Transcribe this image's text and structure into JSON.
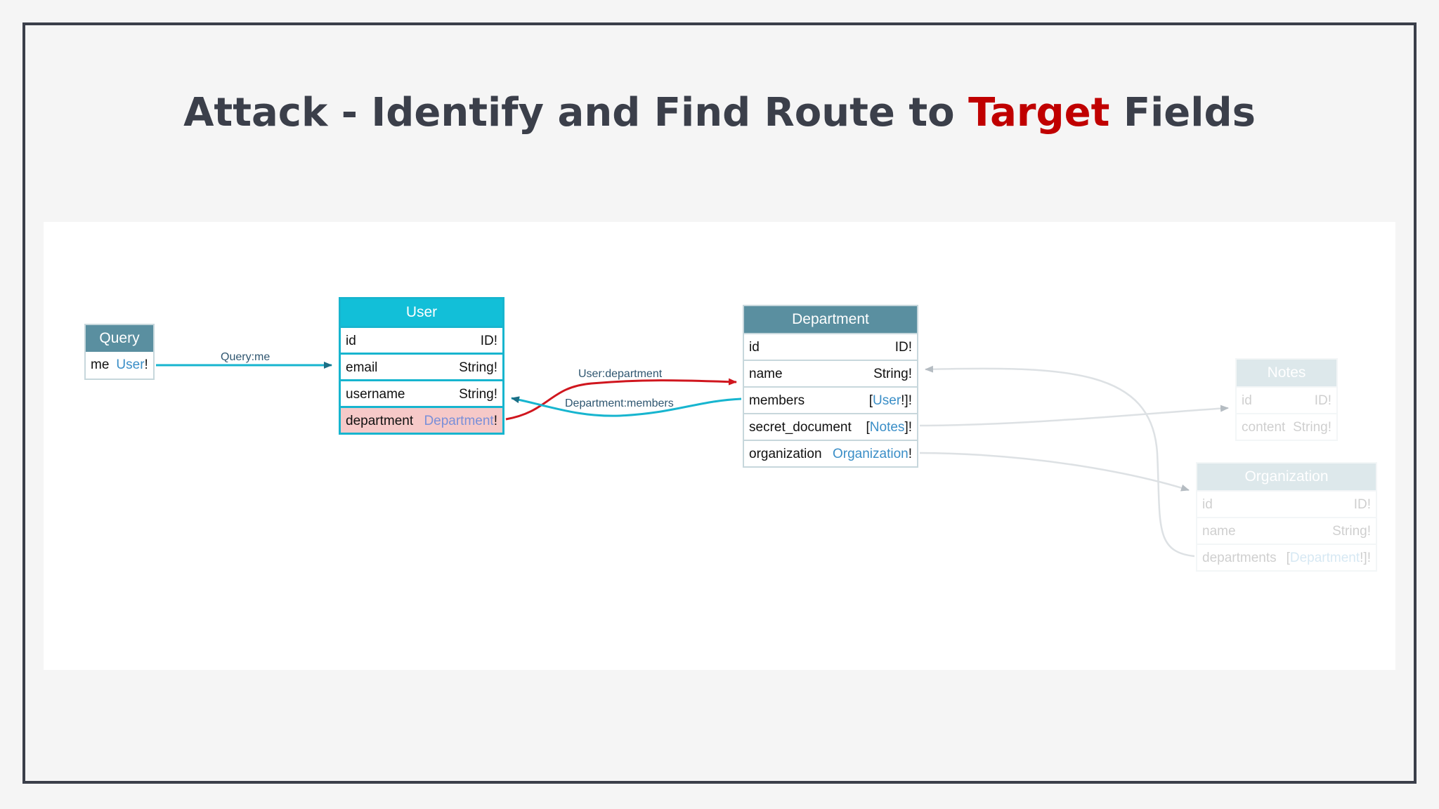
{
  "title": {
    "before": "Attack - Identify and Find Route to ",
    "highlight": "Target",
    "after": " Fields"
  },
  "colors": {
    "highlight": "#c00000",
    "user_accent": "#12bfd8",
    "attack_edge": "#d0161e",
    "link_edge": "#17b5cf",
    "header_bg": "#5a8fa0",
    "target_row_bg": "#f6c9c8"
  },
  "tables": {
    "query": {
      "name": "Query",
      "fields": [
        {
          "name": "me",
          "type": "User",
          "suffix": "!"
        }
      ]
    },
    "user": {
      "name": "User",
      "fields": [
        {
          "name": "id",
          "type": "ID!"
        },
        {
          "name": "email",
          "type": "String!"
        },
        {
          "name": "username",
          "type": "String!"
        },
        {
          "name": "department",
          "type": "Department",
          "suffix": "!"
        }
      ]
    },
    "department": {
      "name": "Department",
      "fields": [
        {
          "name": "id",
          "type": "ID!"
        },
        {
          "name": "name",
          "type": "String!"
        },
        {
          "name": "members",
          "prefix": "[",
          "type": "User",
          "suffix": "!]!"
        },
        {
          "name": "secret_document",
          "prefix": "[",
          "type": "Notes",
          "suffix": "]!"
        },
        {
          "name": "organization",
          "type": "Organization",
          "suffix": "!"
        }
      ]
    },
    "notes": {
      "name": "Notes",
      "fields": [
        {
          "name": "id",
          "type": "ID!"
        },
        {
          "name": "content",
          "type": "String!"
        }
      ]
    },
    "organization": {
      "name": "Organization",
      "fields": [
        {
          "name": "id",
          "type": "ID!"
        },
        {
          "name": "name",
          "type": "String!"
        },
        {
          "name": "departments",
          "prefix": "[",
          "type": "Department",
          "suffix": "!]!"
        }
      ]
    }
  },
  "edge_labels": {
    "query_me": "Query:me",
    "user_department": "User:department",
    "department_members": "Department:members"
  }
}
